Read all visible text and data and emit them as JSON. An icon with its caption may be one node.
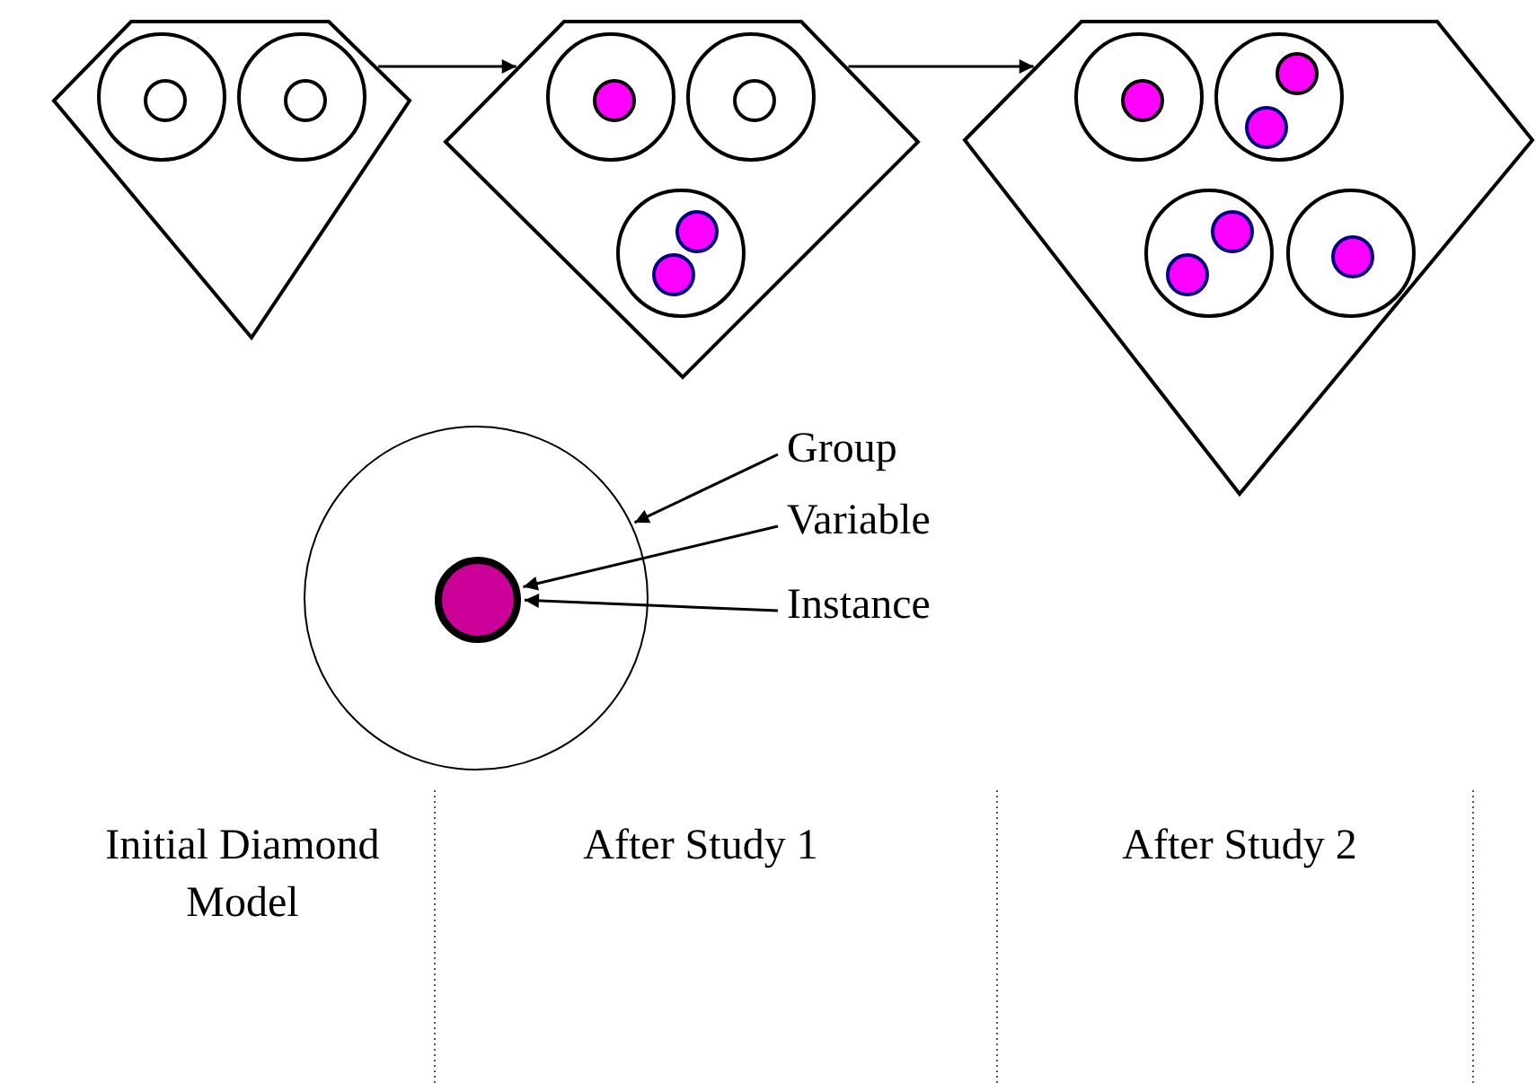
{
  "diagram": {
    "nodes": [
      {
        "text": [],
        "shape": "diamond"
      },
      {
        "text": [],
        "shape": "circle",
        "in": 0
      },
      {
        "text": [],
        "shape": "circle",
        "in": 1
      },
      {
        "text": [],
        "shape": "circle",
        "in": 0
      },
      {
        "text": [],
        "shape": "circle",
        "in": 3
      },
      {
        "text": [],
        "shape": "diamond"
      },
      {
        "text": [],
        "shape": "circle",
        "in": 5
      },
      {
        "text": [],
        "shape": "circle",
        "in": 6
      },
      {
        "text": [],
        "shape": "circle",
        "in": 5
      },
      {
        "text": [],
        "shape": "circle",
        "in": 8
      },
      {
        "text": [],
        "shape": "circle",
        "in": 5
      },
      {
        "text": [],
        "shape": "circle",
        "in": 10
      },
      {
        "text": [],
        "shape": "circle",
        "in": 10
      },
      {
        "text": [],
        "shape": "diamond"
      },
      {
        "text": [],
        "shape": "circle",
        "in": 13
      },
      {
        "text": [],
        "shape": "circle",
        "in": 14
      },
      {
        "text": [],
        "shape": "circle",
        "in": 13
      },
      {
        "text": [],
        "shape": "circle",
        "in": 16
      },
      {
        "text": [],
        "shape": "circle",
        "in": 16
      },
      {
        "text": [],
        "shape": "circle",
        "in": 13
      },
      {
        "text": [],
        "shape": "circle",
        "in": 19
      },
      {
        "text": [],
        "shape": "circle",
        "in": 19
      },
      {
        "text": [],
        "shape": "circle",
        "in": 13
      },
      {
        "text": [],
        "shape": "circle",
        "in": 22
      },
      {
        "text": [
          "Group"
        ]
      },
      {
        "text": [],
        "shape": "circle"
      },
      {
        "text": [],
        "shape": "circle",
        "in": 25
      },
      {
        "text": [
          "Variable"
        ]
      },
      {
        "text": [
          "Instance"
        ]
      }
    ],
    "edges": [
      {
        "from": 0,
        "to": 5,
        "arrow": "to"
      },
      {
        "from": 5,
        "to": 13,
        "arrow": "to"
      },
      {
        "from": 24,
        "to": 25,
        "arrow": "to"
      },
      {
        "from": 27,
        "to": 26,
        "arrow": "to"
      },
      {
        "from": 28,
        "to": 26,
        "arrow": "to"
      }
    ],
    "labels": [
      "Initial Diamond Model",
      "After Study 1",
      "After Study 2"
    ]
  }
}
